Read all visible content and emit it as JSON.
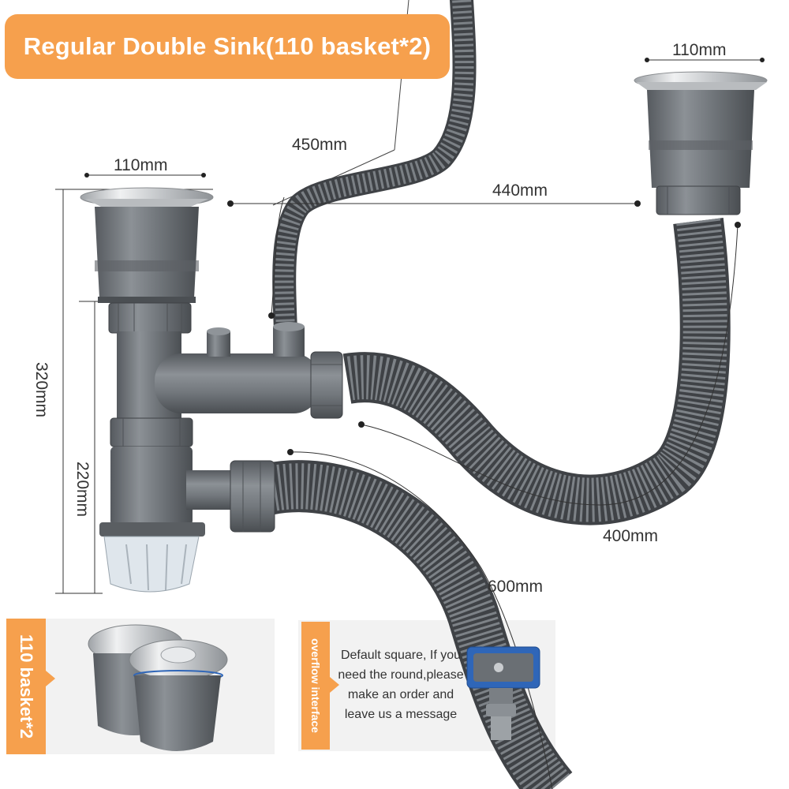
{
  "title": "Regular Double Sink(110 basket*2)",
  "dimensions": {
    "basket_left_width": "110mm",
    "basket_right_width": "110mm",
    "hose_overflow_length": "450mm",
    "basket_spacing": "440mm",
    "total_height": "320mm",
    "lower_height": "220mm",
    "right_hose_length": "400mm",
    "drain_hose_length": "600mm"
  },
  "panels": {
    "basket_tab": "110 basket*2",
    "overflow_tab": "overflow interface",
    "overflow_note": "Default square, If you need the round,please make an order and leave us a message"
  },
  "colors": {
    "accent": "#f6a04d",
    "pipe_gray": "#6e7378",
    "hose_dark": "#55595e",
    "steel": "#c9cccf",
    "panel_bg": "#f2f2f2",
    "blue_seal": "#2f66b8"
  }
}
